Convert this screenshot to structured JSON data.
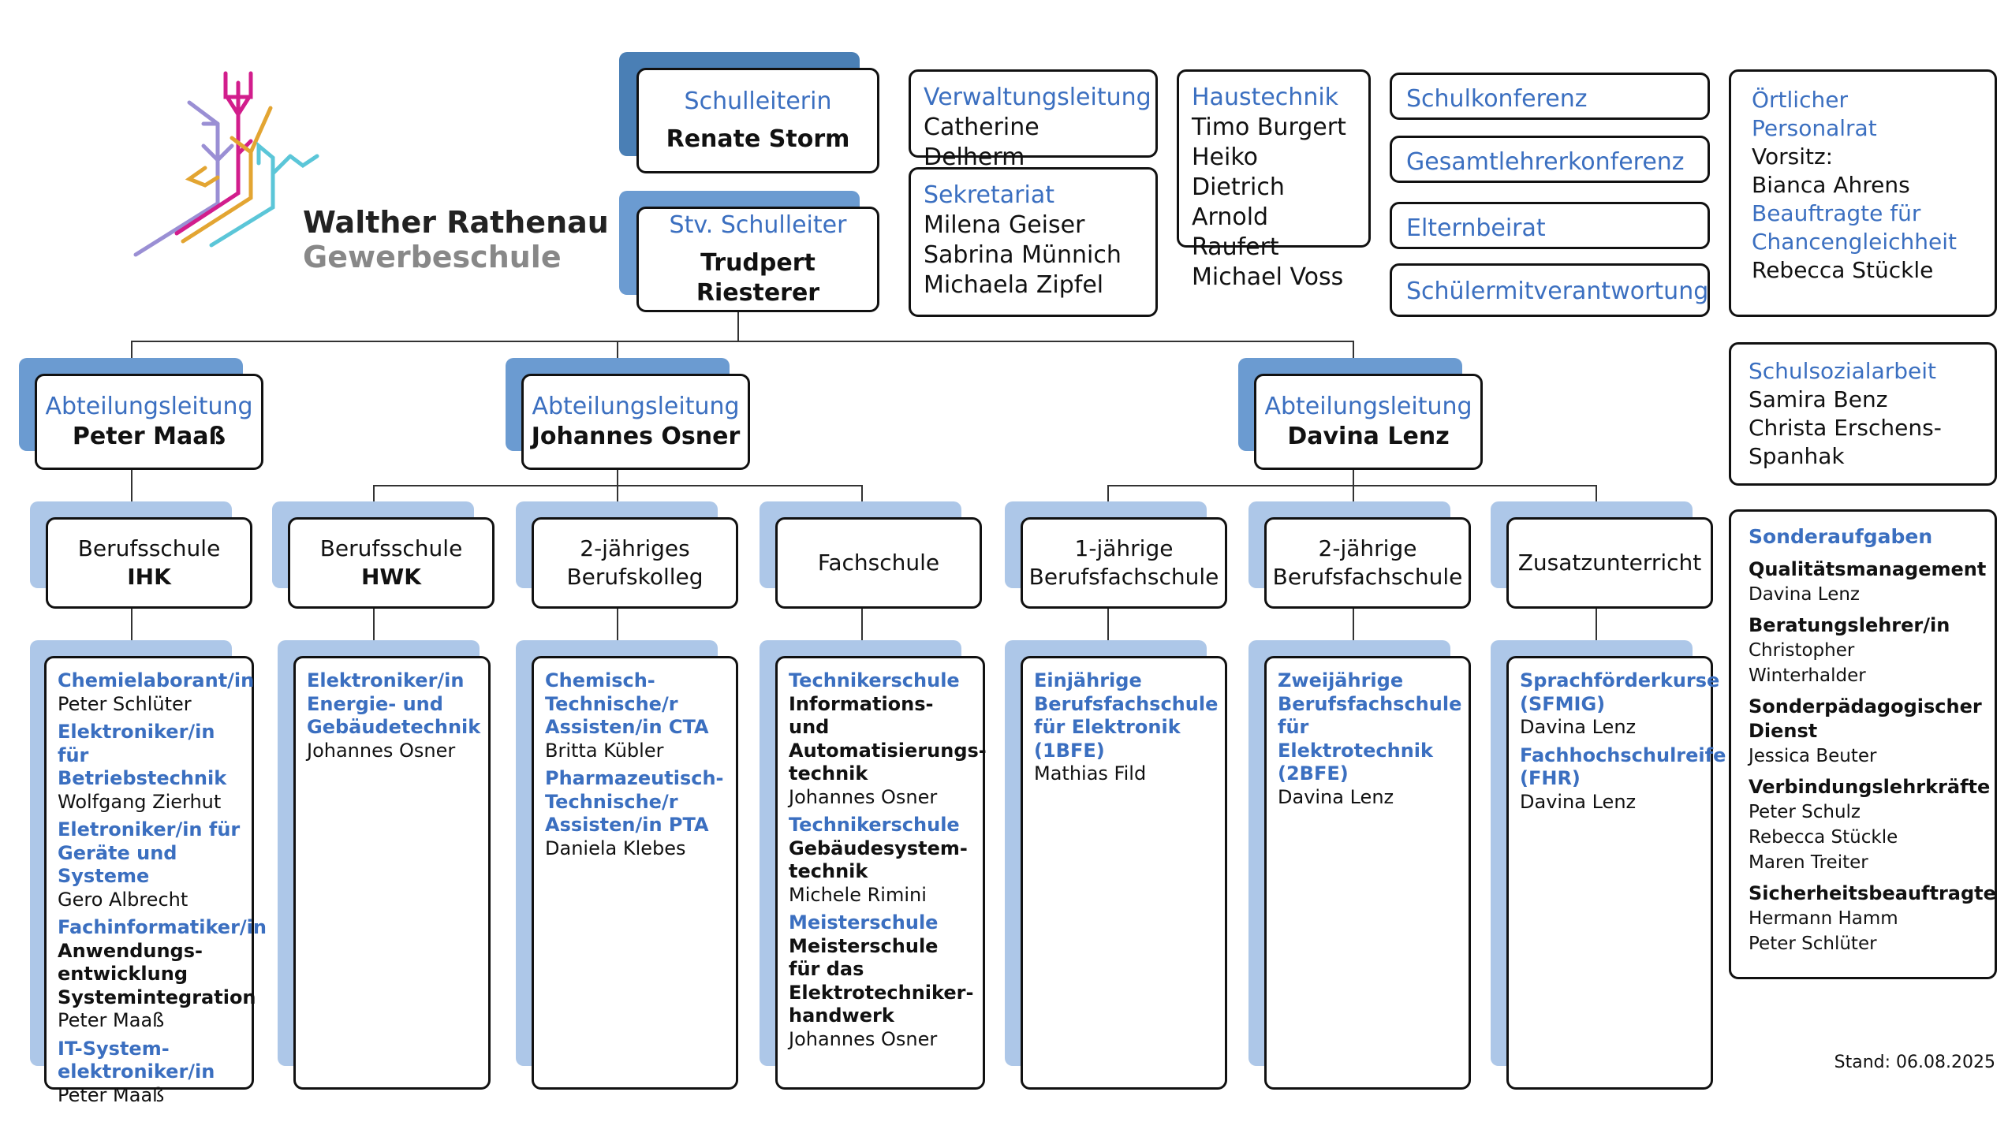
{
  "logo": {
    "name_line1": "Walther Rathenau",
    "name_line2": "Gewerbeschule"
  },
  "top": {
    "schulleiterin": {
      "role": "Schulleiterin",
      "name": "Renate Storm"
    },
    "stv": {
      "role": "Stv. Schulleiter",
      "name": "Trudpert Riesterer"
    }
  },
  "verwaltung": {
    "title": "Verwaltungsleitung",
    "name": "Catherine Delherm"
  },
  "sekretariat": {
    "title": "Sekretariat",
    "names": [
      "Milena Geiser",
      "Sabrina Münnich",
      "Michaela Zipfel"
    ]
  },
  "haustechnik": {
    "title": "Haustechnik",
    "names": [
      "Timo Burgert",
      "Heiko Dietrich",
      "Arnold Raufert",
      "Michael Voss"
    ]
  },
  "gremien": [
    "Schulkonferenz",
    "Gesamtlehrerkonferenz",
    "Elternbeirat",
    "Schülermitverantwortung"
  ],
  "personalrat": {
    "title_l1": "Örtlicher",
    "title_l2": "Personalrat",
    "vorsitz": "Vorsitz:",
    "vorsitz_name": "Bianca Ahrens",
    "beauftragte_l1": "Beauftragte für",
    "beauftragte_l2": "Chancengleichheit",
    "beauftragte_name": "Rebecca Stückle"
  },
  "sozialarbeit": {
    "title": "Schulsozialarbeit",
    "names": [
      "Samira Benz",
      "Christa Erschens-",
      "Spanhak"
    ]
  },
  "abteilungen": [
    {
      "role": "Abteilungsleitung",
      "name": "Peter Maaß"
    },
    {
      "role": "Abteilungsleitung",
      "name": "Johannes Osner"
    },
    {
      "role": "Abteilungsleitung",
      "name": "Davina Lenz"
    }
  ],
  "schularten": [
    {
      "l1": "Berufsschule",
      "l2": "IHK",
      "bold2": true
    },
    {
      "l1": "Berufsschule",
      "l2": "HWK",
      "bold2": true
    },
    {
      "l1": "2-jähriges",
      "l2": "Berufskolleg",
      "bold2": false
    },
    {
      "l1": "Fachschule",
      "l2": "",
      "bold2": false
    },
    {
      "l1": "1-jährige",
      "l2": "Berufsfachschule",
      "bold2": false
    },
    {
      "l1": "2-jährige",
      "l2": "Berufsfachschule",
      "bold2": false
    },
    {
      "l1": "Zusatzunterricht",
      "l2": "",
      "bold2": false
    }
  ],
  "bildungsgaenge": [
    [
      {
        "t": "h",
        "v": "Chemielaborant/in"
      },
      {
        "t": "p",
        "v": "Peter Schlüter"
      },
      {
        "t": "h",
        "v": "Elektroniker/in für Betriebstechnik"
      },
      {
        "t": "p",
        "v": "Wolfgang Zierhut"
      },
      {
        "t": "h",
        "v": "Eletroniker/in für Geräte und Systeme"
      },
      {
        "t": "p",
        "v": "Gero Albrecht"
      },
      {
        "t": "h",
        "v": "Fachinformatiker/in"
      },
      {
        "t": "d",
        "v": "Anwendungs- entwicklung Systemintegration"
      },
      {
        "t": "p",
        "v": "Peter Maaß"
      },
      {
        "t": "h",
        "v": "IT-System- elektroniker/in"
      },
      {
        "t": "p",
        "v": "Peter Maaß"
      }
    ],
    [
      {
        "t": "h",
        "v": "Elektroniker/in Energie- und Gebäudetechnik"
      },
      {
        "t": "p",
        "v": "Johannes Osner"
      }
    ],
    [
      {
        "t": "h",
        "v": "Chemisch- Technische/r Assisten/in CTA"
      },
      {
        "t": "p",
        "v": "Britta Kübler"
      },
      {
        "t": "h",
        "v": "Pharmazeutisch- Technische/r Assisten/in PTA"
      },
      {
        "t": "p",
        "v": "Daniela Klebes"
      }
    ],
    [
      {
        "t": "h",
        "v": "Technikerschule"
      },
      {
        "t": "d",
        "v": "Informations- und Automatisierungs- technik"
      },
      {
        "t": "p",
        "v": "Johannes Osner"
      },
      {
        "t": "h",
        "v": "Technikerschule"
      },
      {
        "t": "d",
        "v": "Gebäudesystem- technik"
      },
      {
        "t": "p",
        "v": "Michele Rimini"
      },
      {
        "t": "h",
        "v": "Meisterschule"
      },
      {
        "t": "d",
        "v": "Meisterschule für das Elektrotechniker- handwerk"
      },
      {
        "t": "p",
        "v": "Johannes Osner"
      }
    ],
    [
      {
        "t": "h",
        "v": "Einjährige Berufsfachschule für Elektronik (1BFE)"
      },
      {
        "t": "p",
        "v": "Mathias Fild"
      }
    ],
    [
      {
        "t": "h",
        "v": "Zweijährige Berufsfachschule für Elektrotechnik (2BFE)"
      },
      {
        "t": "p",
        "v": "Davina Lenz"
      }
    ],
    [
      {
        "t": "h",
        "v": "Sprachförderkurse (SFMIG)"
      },
      {
        "t": "p",
        "v": "Davina Lenz"
      },
      {
        "t": "h",
        "v": "Fachhochschulreife (FHR)"
      },
      {
        "t": "p",
        "v": "Davina Lenz"
      }
    ]
  ],
  "sonderaufgaben": {
    "title": "Sonderaufgaben",
    "groups": [
      {
        "h": "Qualitätsmanagement",
        "names": [
          "Davina Lenz"
        ]
      },
      {
        "h": "Beratungslehrer/in",
        "names": [
          "Christopher Winterhalder"
        ]
      },
      {
        "h": "Sonderpädagogischer Dienst",
        "names": [
          "Jessica Beuter"
        ]
      },
      {
        "h": "Verbindungslehrkräfte",
        "names": [
          "Peter Schulz",
          "Rebecca Stückle",
          "Maren Treiter"
        ]
      },
      {
        "h": "Sicherheitsbeauftragte",
        "names": [
          "Hermann Hamm",
          "Peter Schlüter"
        ]
      }
    ]
  },
  "stand": "Stand: 06.08.2025",
  "colors": {
    "accent_blue": "#3b6fc0",
    "shadow_dark": "#4a7fb5",
    "shadow_light": "#adc7e8"
  }
}
